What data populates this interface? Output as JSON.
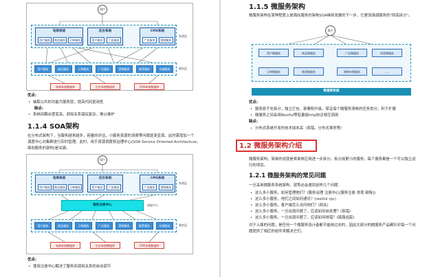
{
  "left": {
    "fig1": {
      "user": "用户",
      "systems": [
        {
          "title": "电商系统",
          "services": [
            "用户服务",
            "商品服务",
            "订单服务"
          ]
        },
        {
          "title": "后台系统",
          "services": [
            "用户服务",
            "广告服务"
          ]
        },
        {
          "title": "CMS系统",
          "services": [
            "广告服务",
            "营销服务"
          ]
        }
      ],
      "system_side_label": "系统层",
      "shared_services": [
        "用户服务",
        "商品服务",
        "订单服务",
        "广告服务",
        "营销服务",
        "推荐服务",
        "存储服务"
      ],
      "service_side_label": "服务层",
      "databases": [
        "电商系统数据库",
        "后台系统数据库",
        "CMS系统数据库"
      ]
    },
    "advantages_label": "优点:",
    "advantages": [
      "抽取公共的功能为服务层，提高代码复用性"
    ],
    "disadvantages_label": "缺点:",
    "disadvantages": [
      "系统间耦合度变高，调用关系错综复杂，难以维护"
    ],
    "section_title": "1.1.4 SOA架构",
    "para_lines": [
      "在分布式架构下，当服务越来越多，容量的评估，小服务资源的浪费等问题逐渐显现，此时需增加一个",
      "调度中心对集群进行实时管理。此时，用于资源调度和治理中心(SOA Service Oriented Architecture，",
      "面向服务的架构)是关键。"
    ],
    "fig2": {
      "systems": [
        {
          "title": "电商系统",
          "services": [
            "用户服务",
            "商品服务",
            "订单服务"
          ]
        },
        {
          "title": "后台系统",
          "services": [
            "用户服务",
            "广告服务"
          ]
        },
        {
          "title": "CMS系统",
          "services": [
            "广告服务",
            "营销服务"
          ]
        }
      ],
      "system_side_label": "系统层",
      "bus_label": "服务注册中心",
      "bus_side_label": "调度中心",
      "shared_services": [
        "用户服务",
        "商品服务",
        "订单服务",
        "广告服务",
        "营销服务",
        "推荐服务",
        "存储服务"
      ],
      "service_side_label": "服务层",
      "databases": [
        "电商系统数据库",
        "后台系统数据库",
        "CMS系统数据库"
      ]
    },
    "advantages2_label": "优点:",
    "advantages2": [
      "使用注册中心解决了服务间调用关系的自动调节"
    ]
  },
  "right": {
    "section_title": "1.1.5 微服务架构",
    "intro": "微服务架构在某种程度上是面向服务的架构SOA继续发展的下一步，它更加强调服务的\"彻底拆分\"。",
    "fig": {
      "user": "用户",
      "row1": [
        "用户微服务",
        "商品微服务",
        "广告微服务",
        "消息微服务"
      ],
      "row2": [
        "订单微服务",
        "物流微服务",
        "购物车微服务",
        "......"
      ],
      "db_label": "数据库系统"
    },
    "advantages_label": "优点:",
    "advantages": [
      "服务原子化拆分，独立打包、部署和升级，保证每个微服务清晰的任务划分，利于扩展",
      "微服务之间采用Restful等轻量级http协议相互调用"
    ],
    "disadvantages_label": "缺点:",
    "disadvantages": [
      "分布式系统开发的技术成本高（容错，分布式事务等）"
    ],
    "highlight_title": "1.2 微服务架构介绍",
    "para_lines": [
      "微服务架构，简单的说就是将单体应用进一步拆分，拆分成更小的服务，每个服务都是一个可以独立运",
      "行的项目。"
    ],
    "sub_title": "1.2.1 微服务架构的常见问题",
    "lead": "一旦采用微服务系统架构，就势必会遇到这样几个问题：",
    "questions": [
      "这么多小服务，如何管理他们？(服务治理 注册中心[服务注册 发现 剔除])",
      "这么多小服务，他们之间如何通讯？(restful rpc)",
      "这么多小服务，客户端怎么访问他们？(网关)",
      "这么多小服务，一旦出现问题了，应该如何自处理？(容错)",
      "这么多小服务，一旦出现问题了，应该如何排错？(链路追踪)"
    ],
    "closing_lines": [
      "对于上面的问题，是任何一个微服务设计者都不能绕过去的，因此大部分的微服务产品都针对每一个问",
      "题提供了相应的组件来解决它们。"
    ]
  }
}
